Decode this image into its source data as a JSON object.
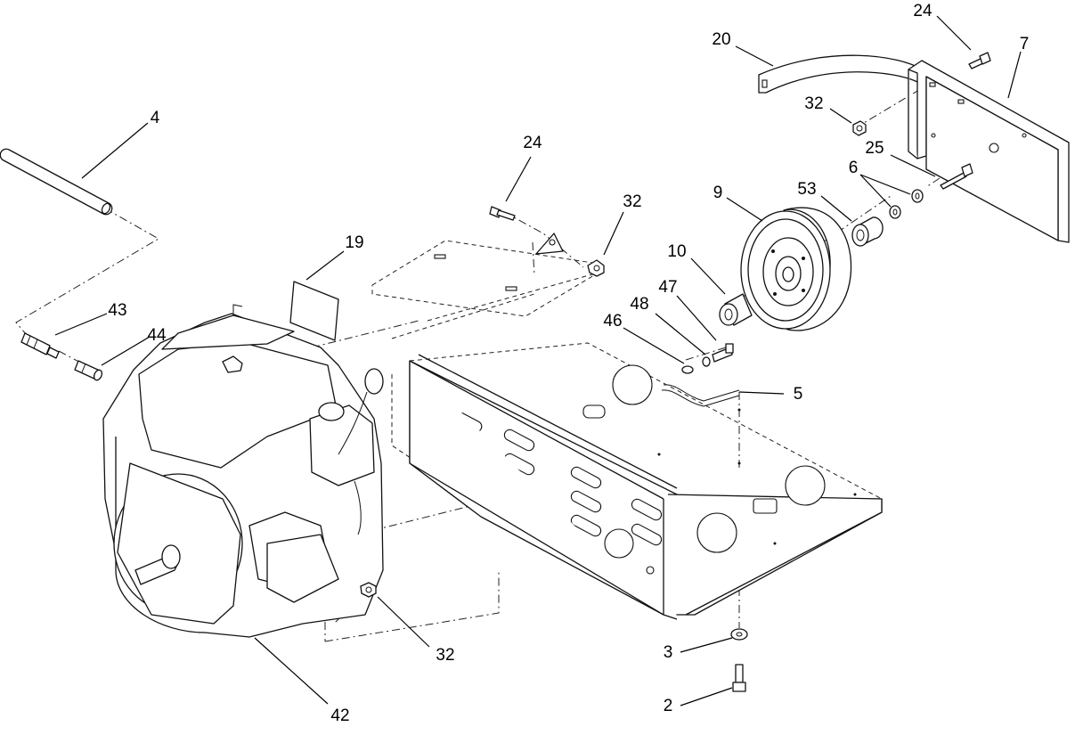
{
  "callouts": [
    {
      "id": "c24a",
      "label": "24"
    },
    {
      "id": "c20",
      "label": "20"
    },
    {
      "id": "c7",
      "label": "7"
    },
    {
      "id": "c32a",
      "label": "32"
    },
    {
      "id": "c25",
      "label": "25"
    },
    {
      "id": "c6",
      "label": "6"
    },
    {
      "id": "c53",
      "label": "53"
    },
    {
      "id": "c9",
      "label": "9"
    },
    {
      "id": "c4",
      "label": "4"
    },
    {
      "id": "c24b",
      "label": "24"
    },
    {
      "id": "c32b",
      "label": "32"
    },
    {
      "id": "c19",
      "label": "19"
    },
    {
      "id": "c10",
      "label": "10"
    },
    {
      "id": "c47",
      "label": "47"
    },
    {
      "id": "c48",
      "label": "48"
    },
    {
      "id": "c46",
      "label": "46"
    },
    {
      "id": "c43",
      "label": "43"
    },
    {
      "id": "c44",
      "label": "44"
    },
    {
      "id": "c5",
      "label": "5"
    },
    {
      "id": "c32c",
      "label": "32"
    },
    {
      "id": "c3",
      "label": "3"
    },
    {
      "id": "c2",
      "label": "2"
    },
    {
      "id": "c42",
      "label": "42"
    }
  ],
  "colors": {
    "ink": "#111111",
    "paper": "#ffffff"
  }
}
